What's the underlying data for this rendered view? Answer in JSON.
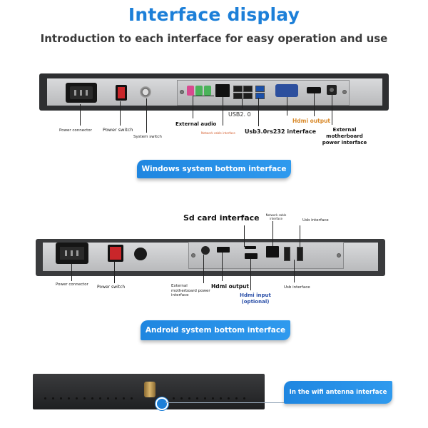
{
  "header": {
    "title": "Interface display",
    "subtitle": "Introduction to each interface for easy operation and use"
  },
  "windows": {
    "labels": {
      "power_connector": "Power connector",
      "power_switch": "Power switch",
      "system_switch": "System switch",
      "external_audio": "External audio",
      "network_cable": "Network cable interface",
      "usb2": "USB2. 0",
      "usb3_rs232": "Usb3.0rs232 interface",
      "hdmi_output": "Hdmi output",
      "ext_mb_power": "External motherboard power interface"
    },
    "button": "Windows system bottom interface"
  },
  "android": {
    "labels": {
      "sd_card": "Sd card interface",
      "network_cable": "Network cable interface",
      "usb_interface_top": "Usb interface",
      "power_connector": "Power connector",
      "power_switch": "Power switch",
      "ext_mb_power": "External motherboard power interface",
      "hdmi_output": "Hdmi output",
      "hdmi_input": "Hdmi input (optional)",
      "usb_interface_bottom": "Usb interface"
    },
    "button": "Android system bottom interface"
  },
  "wifi": {
    "button": "In the wifi antenna interface"
  },
  "colors": {
    "accent": "#1c7fd8",
    "hdmi_label": "#d98a2b",
    "network_label": "#d35a2a",
    "hdmi_input_label": "#2a4fa8"
  }
}
